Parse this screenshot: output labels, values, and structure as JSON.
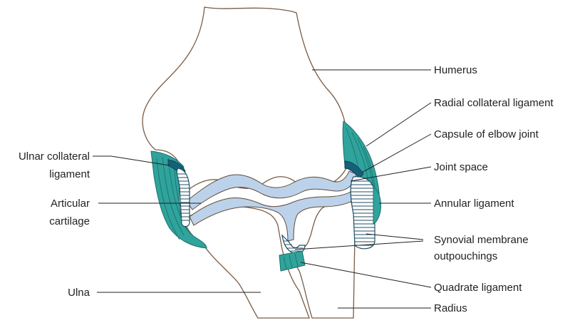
{
  "labels": {
    "humerus": "Humerus",
    "radial_collateral_ligament": "Radial collateral ligament",
    "capsule_of_elbow_joint": "Capsule of elbow joint",
    "joint_space": "Joint space",
    "annular_ligament": "Annular ligament",
    "synovial_membrane_line1": "Synovial membrane",
    "synovial_membrane_line2": "outpouchings",
    "quadrate_ligament": "Quadrate ligament",
    "radius": "Radius",
    "ulnar_collateral_line1": "Ulnar collateral",
    "ulnar_collateral_line2": "ligament",
    "articular_cartilage_line1": "Articular",
    "articular_cartilage_line2": "cartilage",
    "ulna": "Ulna"
  },
  "colors": {
    "ligament": "#2fa39c",
    "capsule": "#17607a",
    "cartilage": "#bcd2ea",
    "bone_outline": "#7a5c45",
    "text": "#231f20"
  }
}
